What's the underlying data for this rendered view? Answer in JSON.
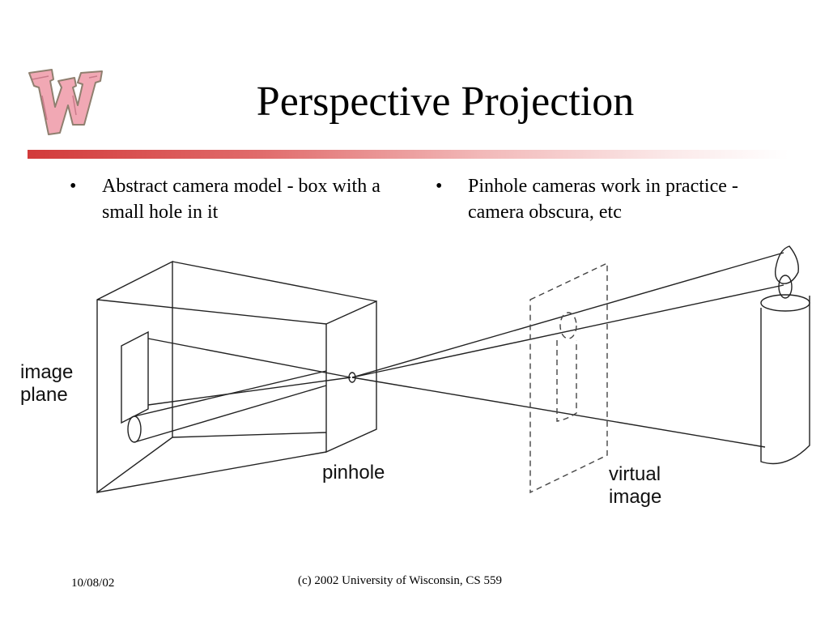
{
  "slide": {
    "title": "Perspective Projection",
    "bullet_glyph": "•",
    "bullets_left": [
      "Abstract camera model - box with a small hole in it"
    ],
    "bullets_right": [
      "Pinhole cameras work in practice  - camera obscura, etc"
    ]
  },
  "diagram": {
    "labels": {
      "image_plane_1": "image",
      "image_plane_2": "plane",
      "pinhole": "pinhole",
      "virtual_image_1": "virtual",
      "virtual_image_2": "image"
    }
  },
  "footer": {
    "date": "10/08/02",
    "copyright": "(c) 2002 University of Wisconsin, CS 559"
  },
  "colors": {
    "accent": "#d23b3b",
    "logo_fill": "#f1a8b4",
    "logo_outline": "#8f7f6f"
  },
  "icons": {
    "logo": "university-w-logo-icon"
  }
}
